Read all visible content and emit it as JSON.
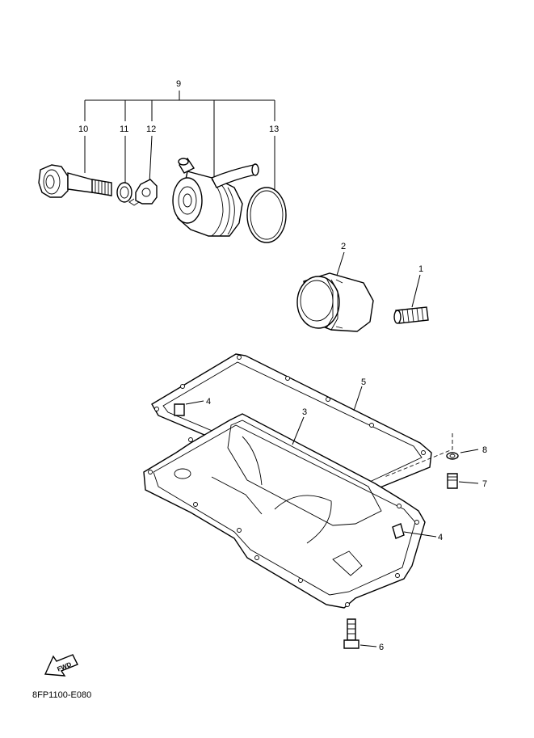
{
  "labels": {
    "p1": "1",
    "p2": "2",
    "p3": "3",
    "p4a": "4",
    "p4b": "4",
    "p5": "5",
    "p6": "6",
    "p7": "7",
    "p8": "8",
    "p9": "9",
    "p10": "10",
    "p11": "11",
    "p12": "12",
    "p13": "13"
  },
  "fwd_label": "FWD",
  "drawing_code": "8FP1100-E080",
  "icons": {
    "fwd": "fwd-arrow-icon"
  }
}
